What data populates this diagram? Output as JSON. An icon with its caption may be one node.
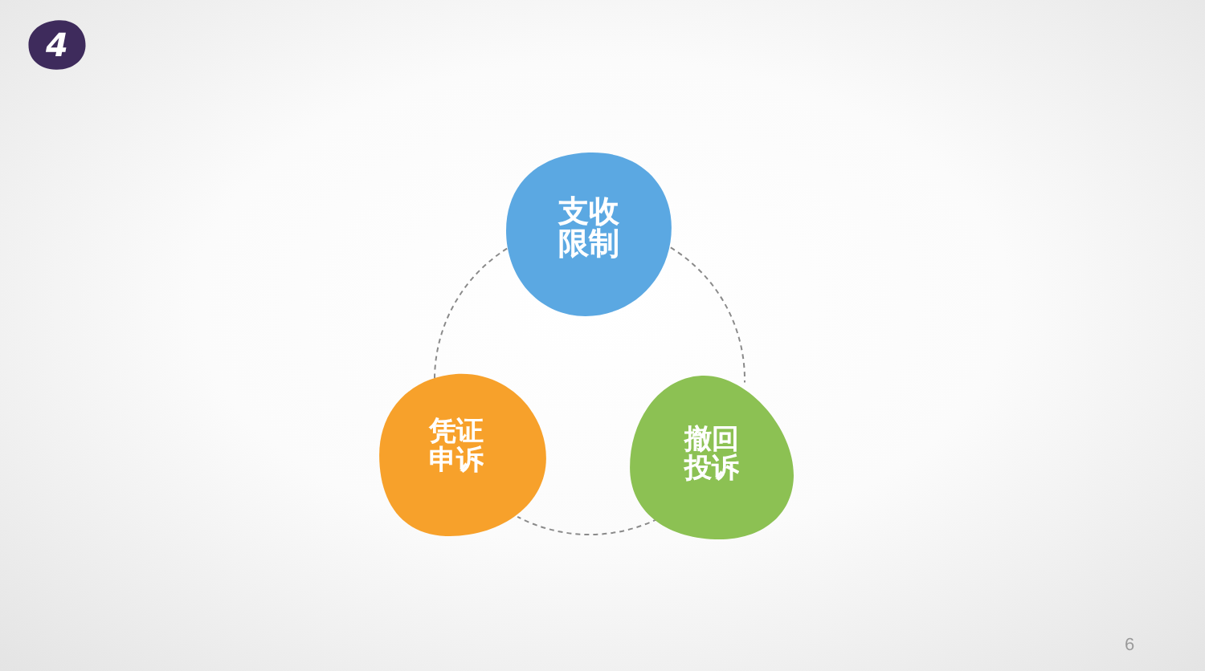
{
  "diagram": {
    "nodes": [
      {
        "text": [
          "4"
        ]
      },
      {
        "text": [
          "支收限制"
        ]
      },
      {
        "text": [
          "凭证申诉"
        ]
      },
      {
        "text": [
          "撤回投诉"
        ]
      }
    ],
    "edges": [
      {
        "from": 1,
        "to": 3,
        "arrow": "none",
        "style": "dashed"
      },
      {
        "from": 3,
        "to": 2,
        "arrow": "none",
        "style": "dashed"
      },
      {
        "from": 2,
        "to": 1,
        "arrow": "none",
        "style": "dashed"
      }
    ],
    "labels": [
      "6"
    ]
  }
}
